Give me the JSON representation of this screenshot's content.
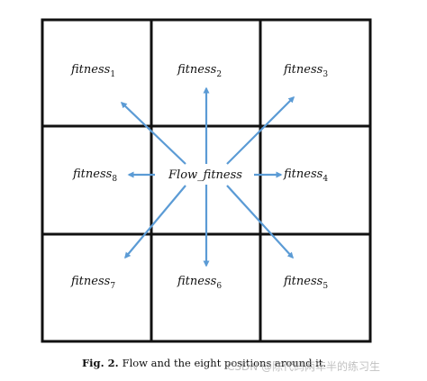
{
  "diagram": {
    "cells": [
      {
        "base": "fitness",
        "sub": "1"
      },
      {
        "base": "fitness",
        "sub": "2"
      },
      {
        "base": "fitness",
        "sub": "3"
      },
      {
        "base": "fitness",
        "sub": "8"
      },
      {
        "base": "Flow_fitness",
        "sub": ""
      },
      {
        "base": "fitness",
        "sub": "4"
      },
      {
        "base": "fitness",
        "sub": "7"
      },
      {
        "base": "fitness",
        "sub": "6"
      },
      {
        "base": "fitness",
        "sub": "5"
      }
    ],
    "center_label": "Flow_fitness",
    "arrow_color": "#5b9bd5",
    "grid_line_color": "#111111"
  },
  "caption": {
    "fig_label": "Fig. 2.",
    "text": "Flow and the eight positions around it."
  },
  "watermark": {
    "text": "CSDN @陈代码两年半的练习生"
  }
}
